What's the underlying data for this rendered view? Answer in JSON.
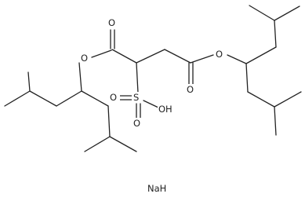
{
  "molecule": {
    "atoms": {
      "o_ester_left": "O",
      "o_carbonyl_left": "O",
      "s_sulfonyl": "S",
      "o_sulfonyl_left": "O",
      "o_sulfonyl_bottom": "O",
      "oh_sulfonic": "OH",
      "o_carbonyl_right": "O",
      "o_ester_right": "O"
    },
    "counterion": "NaH"
  },
  "colors": {
    "bond": "#222222",
    "text": "#222222",
    "background": "#ffffff"
  }
}
